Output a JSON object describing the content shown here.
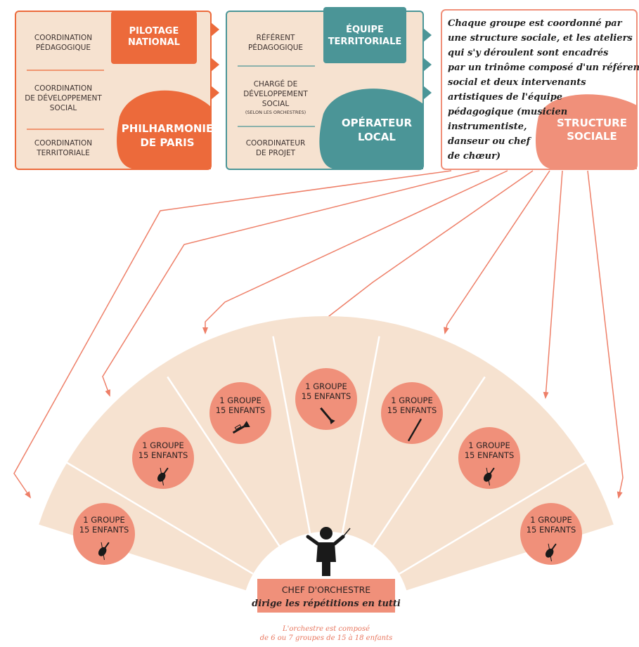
{
  "philharmonie": {
    "header": [
      "PILOTAGE",
      "NATIONAL"
    ],
    "roles": [
      [
        "COORDINATION",
        "PÉDAGOGIQUE"
      ],
      [
        "COORDINATION",
        "DE DÉVELOPPEMENT",
        "SOCIAL"
      ],
      [
        "COORDINATION",
        "TERRITORIALE"
      ]
    ],
    "name": [
      "PHILHARMONIE",
      "DE PARIS"
    ]
  },
  "operateur": {
    "header": [
      "ÉQUIPE",
      "TERRITORIALE"
    ],
    "roles": [
      [
        "RÉFÉRENT",
        "PÉDAGOGIQUE"
      ],
      [
        "CHARGÉ DE",
        "DÉVELOPPEMENT",
        "SOCIAL"
      ],
      [
        "COORDINATEUR",
        "DE PROJET"
      ]
    ],
    "roles_note": "(SELON LES ORCHESTRES)",
    "name": [
      "OPÉRATEUR",
      "LOCAL"
    ]
  },
  "structure": {
    "description": [
      "Chaque groupe est coordonné par",
      "une structure sociale, et les ateliers",
      "qui s'y déroulent sont encadrés",
      "par un trinôme composé d'un référent",
      "social et deux intervenants",
      "artistiques de l'équipe",
      "pédagogique (musicien",
      "instrumentiste,",
      "danseur ou chef",
      "de chœur)"
    ],
    "name": [
      "STRUCTURE",
      "SOCIALE"
    ]
  },
  "groups": [
    {
      "line1": "1 GROUPE",
      "line2": "15 ENFANTS",
      "icon": "violin-icon"
    },
    {
      "line1": "1 GROUPE",
      "line2": "15 ENFANTS",
      "icon": "violin-icon"
    },
    {
      "line1": "1 GROUPE",
      "line2": "15 ENFANTS",
      "icon": "trumpet-icon"
    },
    {
      "line1": "1 GROUPE",
      "line2": "15 ENFANTS",
      "icon": "clarinet-icon"
    },
    {
      "line1": "1 GROUPE",
      "line2": "15 ENFANTS",
      "icon": "flute-icon"
    },
    {
      "line1": "1 GROUPE",
      "line2": "15 ENFANTS",
      "icon": "violin-icon"
    },
    {
      "line1": "1 GROUPE",
      "line2": "15 ENFANTS",
      "icon": "violin-icon"
    }
  ],
  "chef": {
    "line1": "CHEF D'ORCHESTRE",
    "line2": "dirige les répétitions en tutti",
    "icon": "conductor-icon"
  },
  "footnote": [
    "L'orchestre est composé",
    "de 6 ou 7 groupes de 15 à 18 enfants"
  ],
  "colors": {
    "orange": "#ec6a3b",
    "teal": "#4b9597",
    "salmon": "#f0907a",
    "beige": "#f6e2d0",
    "arrow": "#ee7f68"
  }
}
